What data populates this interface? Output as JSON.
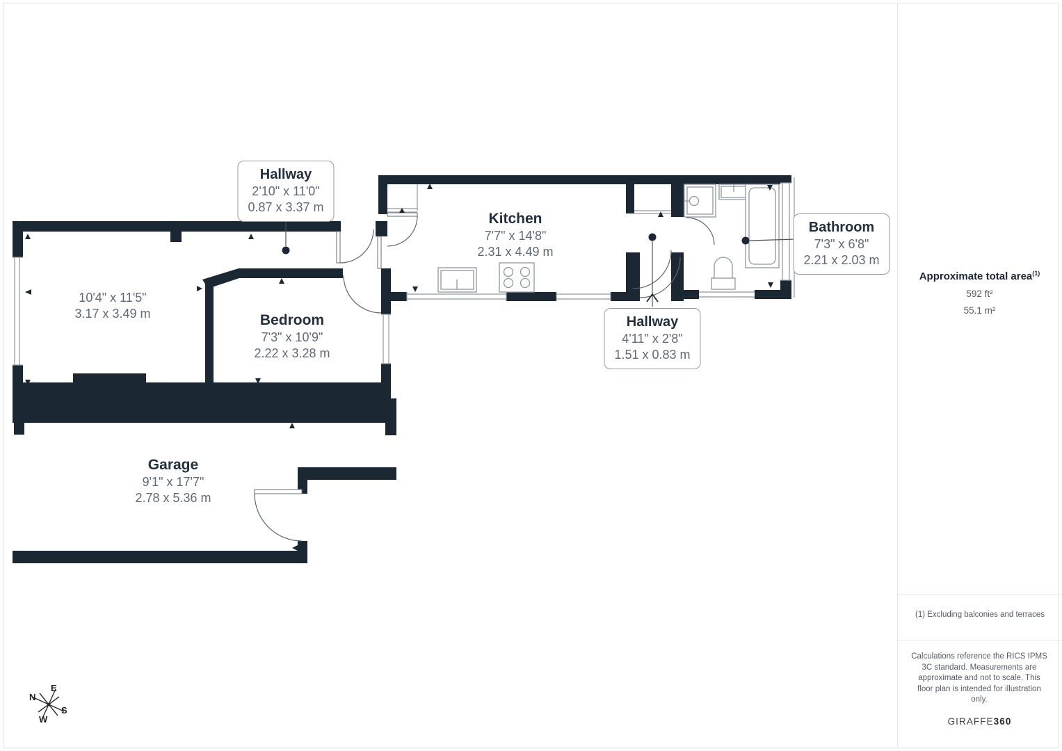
{
  "rooms": {
    "hallway_top": {
      "name": "Hallway",
      "imperial": "2'10\" x 11'0\"",
      "metric": "0.87 x 3.37 m"
    },
    "kitchen": {
      "name": "Kitchen",
      "imperial": "7'7\" x 14'8\"",
      "metric": "2.31 x 4.49 m"
    },
    "bathroom": {
      "name": "Bathroom",
      "imperial": "7'3\" x 6'8\"",
      "metric": "2.21 x 2.03 m"
    },
    "hallway_lower": {
      "name": "Hallway",
      "imperial": "4'11\" x 2'8\"",
      "metric": "1.51 x 0.83 m"
    },
    "reception": {
      "imperial": "10'4\" x 11'5\"",
      "metric": "3.17 x 3.49 m"
    },
    "bedroom": {
      "name": "Bedroom",
      "imperial": "7'3\" x 10'9\"",
      "metric": "2.22 x 3.28 m"
    },
    "garage": {
      "name": "Garage",
      "imperial": "9'1\" x 17'7\"",
      "metric": "2.78 x 5.36 m"
    }
  },
  "sidebar": {
    "total_area_label": "Approximate total area",
    "footnote_marker": "(1)",
    "area_imperial": "592 ft²",
    "area_metric": "55.1 m²",
    "footnote": "(1) Excluding balconies and terraces",
    "disclaimer": "Calculations reference the RICS IPMS 3C standard. Measurements are approximate and not to scale. This floor plan is intended for illustration only.",
    "brand_primary": "GIRAFFE",
    "brand_secondary": "360"
  },
  "compass": {
    "north": "N",
    "east": "E",
    "south": "S",
    "west": "W"
  },
  "colors": {
    "wall": "#1c2734",
    "room_name": "#232f3e",
    "dimension_text": "#5f6a78",
    "callout_border": "#949ba3",
    "fixture_stroke": "#8f969e",
    "divider": "#e3e3e3",
    "sidebar_heading": "#1c2734",
    "sidebar_text": "#555b63"
  }
}
